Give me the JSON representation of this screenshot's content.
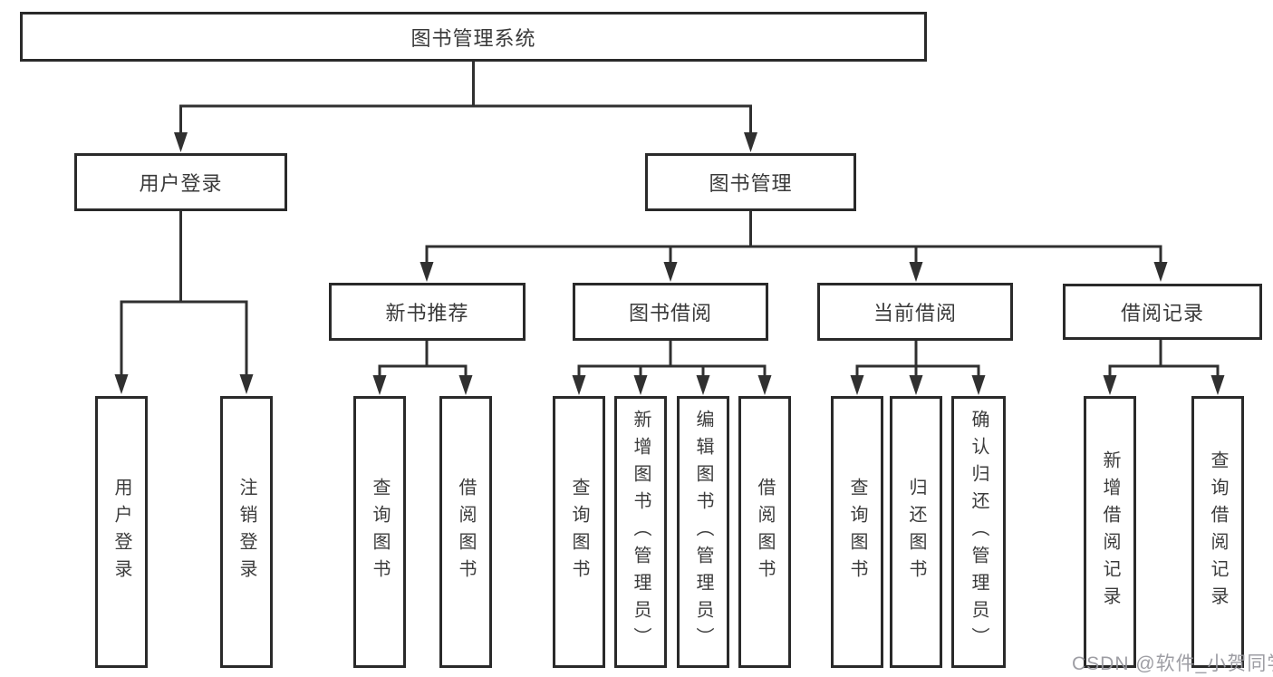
{
  "diagram": {
    "type": "hierarchy-tree",
    "colors": {
      "background": "#ffffff",
      "line": "#303030",
      "box_border": "#2a2a2a",
      "text": "#3a3a3a",
      "watermark": "#96969c"
    }
  },
  "tree": {
    "label": "图书管理系统",
    "children": [
      {
        "label": "用户登录",
        "children": [
          {
            "label": "用户登录"
          },
          {
            "label": "注销登录"
          }
        ]
      },
      {
        "label": "图书管理",
        "children": [
          {
            "label": "新书推荐",
            "children": [
              {
                "label": "查询图书"
              },
              {
                "label": "借阅图书"
              }
            ]
          },
          {
            "label": "图书借阅",
            "children": [
              {
                "label": "查询图书"
              },
              {
                "label": "新增图书（管理员）"
              },
              {
                "label": "编辑图书（管理员）"
              },
              {
                "label": "借阅图书"
              }
            ]
          },
          {
            "label": "当前借阅",
            "children": [
              {
                "label": "查询图书"
              },
              {
                "label": "归还图书"
              },
              {
                "label": "确认归还（管理员）"
              }
            ]
          },
          {
            "label": "借阅记录",
            "children": [
              {
                "label": "新增借阅记录"
              },
              {
                "label": "查询借阅记录"
              }
            ]
          }
        ]
      }
    ]
  },
  "watermark": "CSDN @软件_小贺同学"
}
